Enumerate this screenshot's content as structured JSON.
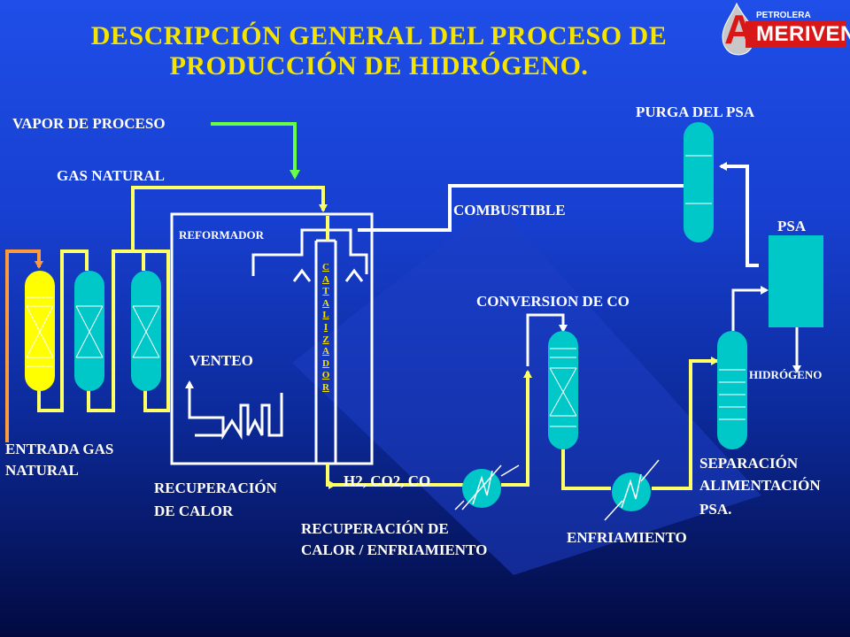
{
  "title": {
    "line1": "DESCRIPCIÓN GENERAL DEL PROCESO DE",
    "line2": "PRODUCCIÓN DE HIDRÓGENO."
  },
  "logo": {
    "big_letter": "A",
    "word": "MERIVEN",
    "small": "PETROLERA"
  },
  "labels": {
    "vapor": "VAPOR DE PROCESO",
    "gas_natural": "GAS NATURAL",
    "reformador": "REFORMADOR",
    "catalizador": [
      "C",
      "A",
      "T",
      "A",
      "L",
      "I",
      "Z",
      "A",
      "D",
      "O",
      "R"
    ],
    "venteo": "VENTEO",
    "entrada_1": "ENTRADA GAS",
    "entrada_2": "NATURAL",
    "recup_1": "RECUPERACIÓN",
    "recup_2": "DE CALOR",
    "h2": "H2, CO2, CO",
    "recup_enf_1": "RECUPERACIÓN  DE",
    "recup_enf_2": "CALOR / ENFRIAMIENTO",
    "combustible": "COMBUSTIBLE",
    "conversion": "CONVERSION  DE CO",
    "purga": "PURGA DEL PSA",
    "psa": "PSA",
    "hidrogeno": "HIDRÓGENO",
    "separacion_1": "SEPARACIÓN",
    "separacion_2": "ALIMENTACIÓN",
    "separacion_3": "PSA.",
    "enfriamiento": "ENFRIAMIENTO"
  },
  "colors": {
    "title": "#f4e400",
    "vessel": "#00c8c8",
    "vessel_yellow": "#ffff00",
    "line_yellow": "#ffff66",
    "line_green": "#66ff44",
    "line_orange": "#ff9a3c",
    "line_white": "#ffffff"
  }
}
